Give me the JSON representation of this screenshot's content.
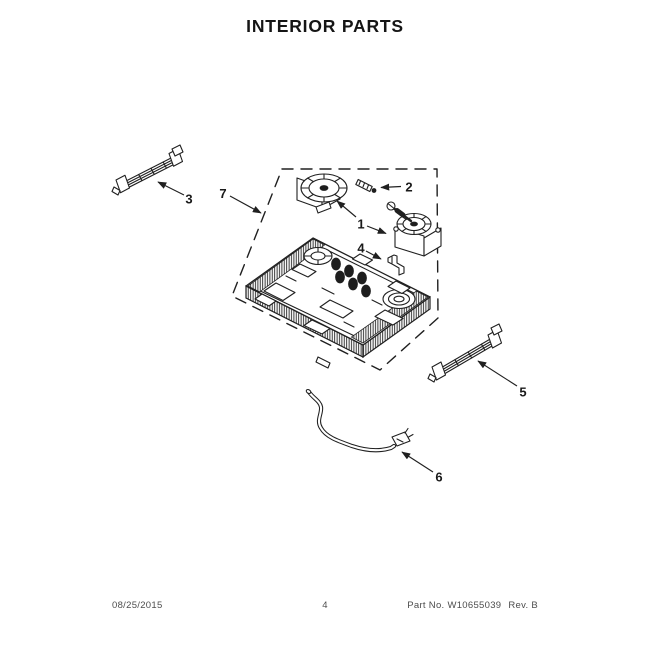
{
  "page": {
    "title": "INTERIOR PARTS",
    "footer": {
      "date": "08/25/2015",
      "page_number": "4",
      "part_label": "Part No.",
      "part_number": "W10655039",
      "revision": "Rev. B"
    }
  },
  "diagram": {
    "type": "exploded-parts-diagram",
    "callouts": [
      {
        "id": 1,
        "label": "1"
      },
      {
        "id": 2,
        "label": "2"
      },
      {
        "id": 3,
        "label": "3"
      },
      {
        "id": 4,
        "label": "4"
      },
      {
        "id": 5,
        "label": "5"
      },
      {
        "id": 6,
        "label": "6"
      },
      {
        "id": 7,
        "label": "7"
      }
    ]
  }
}
